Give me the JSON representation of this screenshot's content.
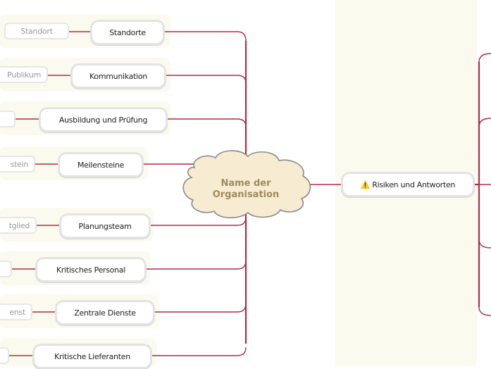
{
  "center": {
    "line1": "Name der",
    "line2": "Organisation"
  },
  "right_topic": {
    "icon": "warning-icon",
    "label": "Risiken und Antworten"
  },
  "branches": [
    {
      "label": "Standorte",
      "leaf": "Standort"
    },
    {
      "label": "Kommunikation",
      "leaf": "Publikum"
    },
    {
      "label": "Ausbildung und Prüfung",
      "leaf": ""
    },
    {
      "label": "Meilensteine",
      "leaf": "stein"
    },
    {
      "label": "Planungsteam",
      "leaf": "tglied"
    },
    {
      "label": "Kritisches Personal",
      "leaf": ""
    },
    {
      "label": "Zentrale Dienste",
      "leaf": "enst"
    },
    {
      "label": "Kritische Lieferanten",
      "leaf": ""
    }
  ],
  "colors": {
    "connector": "#b22a45",
    "cloud_fill": "#f7ecd2",
    "cloud_stroke": "#8a8a8a",
    "panel": "#fafbee"
  }
}
